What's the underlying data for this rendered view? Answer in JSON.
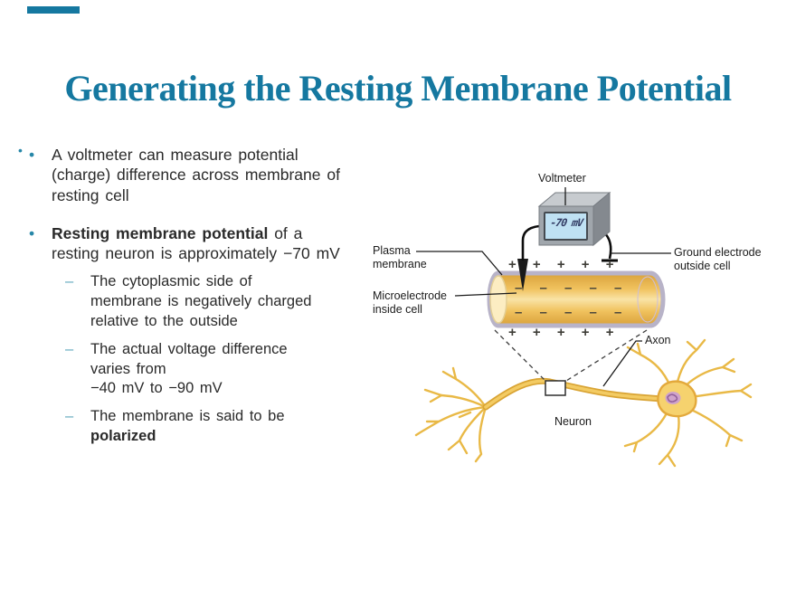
{
  "slide": {
    "title": "Generating the Resting Membrane Potential",
    "accent_color": "#1578a0"
  },
  "bullets": {
    "marker_dot": "•",
    "marker_dash": "–",
    "stray_dot": "•",
    "b1": "A voltmeter can measure potential (charge) difference across membrane of resting cell",
    "b2_bold": "Resting membrane potential",
    "b2_rest": " of a resting neuron is approximately −70 mV",
    "s1": "The cytoplasmic side of membrane is negatively charged relative to the outside",
    "s2": "The actual voltage difference varies from",
    "s2_range": "−40 mV to −90 mV",
    "s3": "The membrane is said to be ",
    "s3_bold": "polarized"
  },
  "diagram": {
    "voltmeter_label": "Voltmeter",
    "meter_reading": "-70 mV",
    "ground_label": "Ground electrode outside cell",
    "plasma_label": "Plasma membrane",
    "micro_label": "Microelectrode inside cell",
    "axon_label": "Axon",
    "neuron_label": "Neuron",
    "plus_row": "+ + + + +",
    "minus_row": "– – – – –",
    "colors": {
      "membrane": "#b8b3c8",
      "axoplasm": "#f0c25e",
      "screen": "#bfe1f3",
      "neuron_gold": "#e9b946"
    }
  }
}
